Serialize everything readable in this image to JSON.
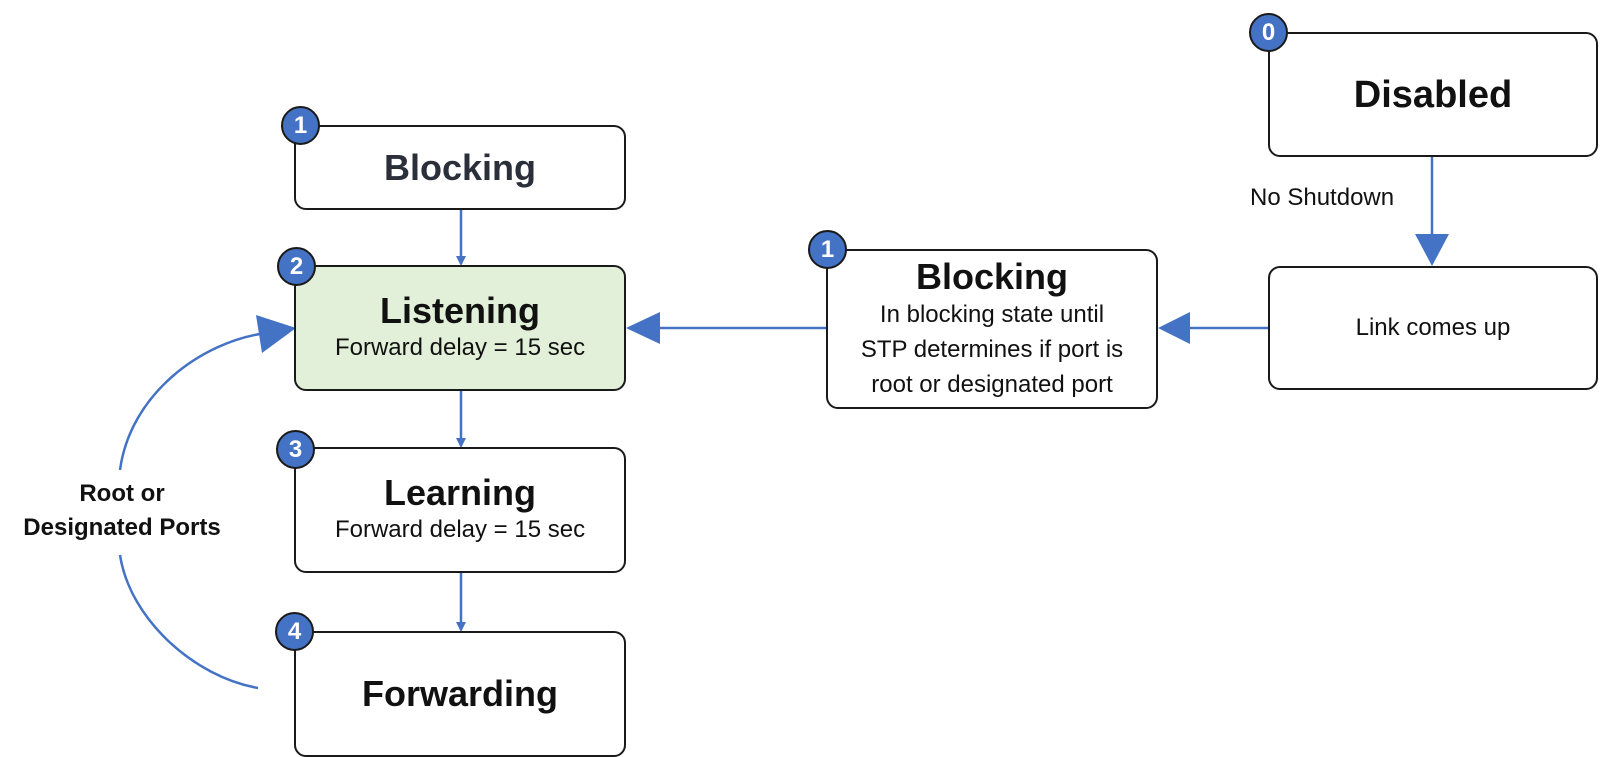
{
  "left_chain": {
    "blocking": {
      "badge": "1",
      "title": "Blocking"
    },
    "listening": {
      "badge": "2",
      "title": "Listening",
      "detail": "Forward delay = 15 sec"
    },
    "learning": {
      "badge": "3",
      "title": "Learning",
      "detail": "Forward delay = 15 sec"
    },
    "forwarding": {
      "badge": "4",
      "title": "Forwarding"
    },
    "loop_label": {
      "line1": "Root or",
      "line2": "Designated Ports"
    }
  },
  "middle": {
    "blocking": {
      "badge": "1",
      "title": "Blocking",
      "line1": "In blocking state until",
      "line2": "STP determines if port is",
      "line3": "root or designated port"
    }
  },
  "right_chain": {
    "disabled": {
      "badge": "0",
      "title": "Disabled"
    },
    "transition_label": "No Shutdown",
    "link_up": {
      "text": "Link comes up"
    }
  },
  "colors": {
    "arrow": "#4472c4",
    "badge_fill": "#4472c4",
    "active_fill": "#e2f0d9",
    "border": "#1a1a1a"
  }
}
